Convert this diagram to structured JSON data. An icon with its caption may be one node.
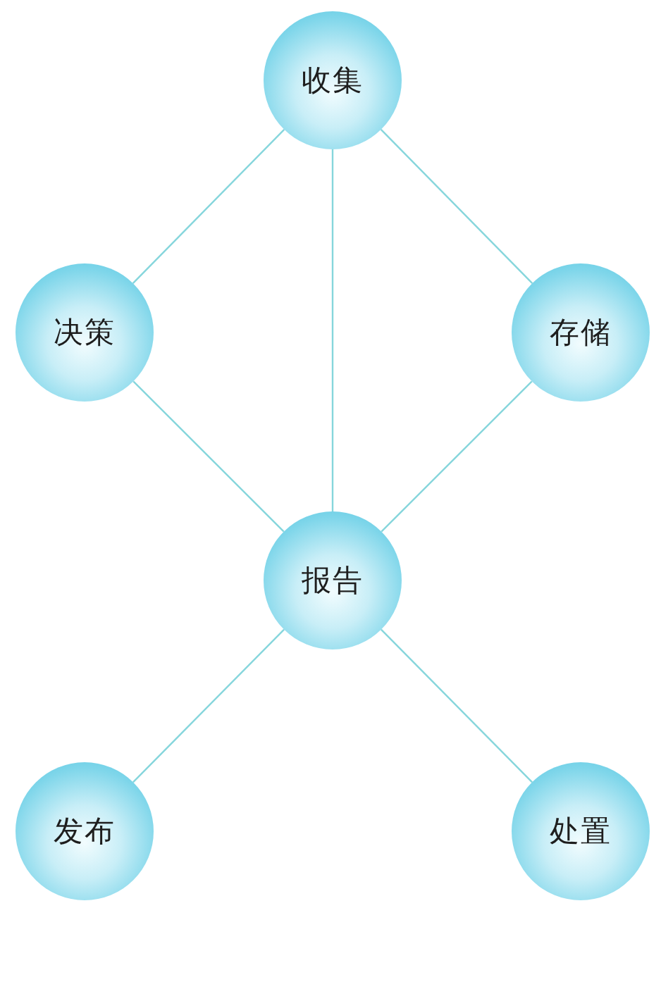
{
  "diagram": {
    "nodes": [
      {
        "text": [
          "收集"
        ]
      },
      {
        "text": [
          "决策"
        ]
      },
      {
        "text": [
          "存储"
        ]
      },
      {
        "text": [
          "报告"
        ]
      },
      {
        "text": [
          "发布"
        ]
      },
      {
        "text": [
          "处置"
        ]
      }
    ],
    "edges": [
      {
        "from": 0,
        "to": 1,
        "arrow": "none"
      },
      {
        "from": 0,
        "to": 3,
        "arrow": "none"
      },
      {
        "from": 0,
        "to": 2,
        "arrow": "none"
      },
      {
        "from": 1,
        "to": 3,
        "arrow": "none"
      },
      {
        "from": 2,
        "to": 3,
        "arrow": "none"
      },
      {
        "from": 3,
        "to": 4,
        "arrow": "none"
      },
      {
        "from": 3,
        "to": 5,
        "arrow": "none"
      }
    ]
  }
}
